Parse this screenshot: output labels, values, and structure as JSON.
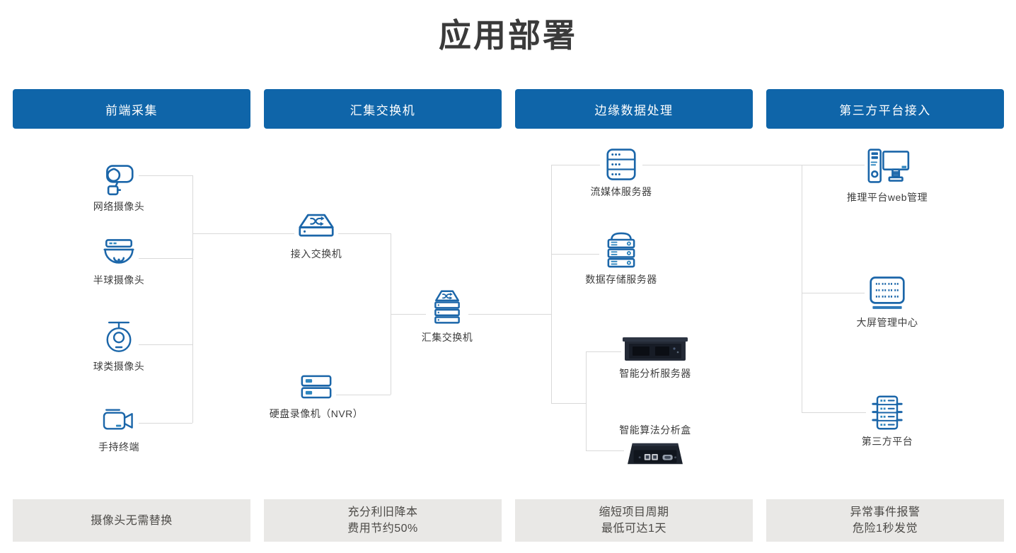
{
  "title": "应用部署",
  "headers": [
    {
      "label": "前端采集"
    },
    {
      "label": "汇集交换机"
    },
    {
      "label": "边缘数据处理"
    },
    {
      "label": "第三方平台接入"
    }
  ],
  "nodes": {
    "network_camera": {
      "label": "网络摄像头",
      "icon": "bullet-camera-icon"
    },
    "dome_camera": {
      "label": "半球摄像头",
      "icon": "dome-camera-icon"
    },
    "ptz_camera": {
      "label": "球类摄像头",
      "icon": "ptz-camera-icon"
    },
    "handheld_terminal": {
      "label": "手持终端",
      "icon": "video-camera-icon"
    },
    "access_switch": {
      "label": "接入交换机",
      "icon": "switch-icon"
    },
    "nvr": {
      "label": "硬盘录像机（NVR）",
      "icon": "nvr-icon"
    },
    "agg_switch": {
      "label": "汇集交换机",
      "icon": "stacked-switch-icon"
    },
    "media_server": {
      "label": "流媒体服务器",
      "icon": "media-server-icon"
    },
    "storage_server": {
      "label": "数据存储服务器",
      "icon": "storage-server-icon"
    },
    "analysis_server": {
      "label": "智能分析服务器",
      "icon": "rack-server-photo"
    },
    "analysis_box": {
      "label": "智能算法分析盒",
      "icon": "analysis-box-photo"
    },
    "web_mgmt": {
      "label": "推理平台web管理",
      "icon": "desktop-computer-icon"
    },
    "screen_center": {
      "label": "大屏管理中心",
      "icon": "led-wall-icon"
    },
    "third_party": {
      "label": "第三方平台",
      "icon": "server-rack-icon"
    }
  },
  "footers": [
    {
      "line1": "摄像头无需替换",
      "line2": ""
    },
    {
      "line1": "充分利旧降本",
      "line2": "费用节约50%"
    },
    {
      "line1": "缩短项目周期",
      "line2": "最低可达1天"
    },
    {
      "line1": "异常事件报警",
      "line2": "危险1秒发觉"
    }
  ],
  "colors": {
    "header_blue": "#0f65a9",
    "icon_blue": "#1b66a9",
    "icon_accent": "#2f86bf",
    "footer_bg": "#e9e8e6",
    "connector_gray": "#d9d9d9",
    "title_gray": "#3a3a3a"
  }
}
